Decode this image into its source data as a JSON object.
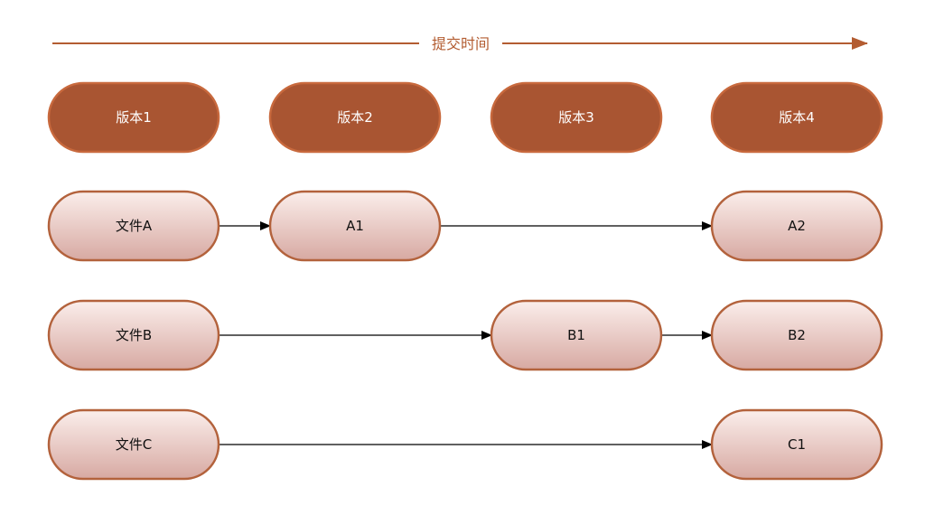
{
  "timeline": {
    "label": "提交时间",
    "color": "#b35c31"
  },
  "versions": [
    "版本1",
    "版本2",
    "版本3",
    "版本4"
  ],
  "colors": {
    "version_fill": "#a95532",
    "version_stroke": "#c8693d",
    "node_fill_top": "#fbeeeb",
    "node_fill_bottom": "#d7a9a2",
    "node_stroke": "#b3623c",
    "arrow": "#000000"
  },
  "files": [
    {
      "label": "文件A",
      "nodes": [
        {
          "column": 1,
          "label": "A1"
        },
        {
          "column": 3,
          "label": "A2"
        }
      ]
    },
    {
      "label": "文件B",
      "nodes": [
        {
          "column": 2,
          "label": "B1"
        },
        {
          "column": 3,
          "label": "B2"
        }
      ]
    },
    {
      "label": "文件C",
      "nodes": [
        {
          "column": 3,
          "label": "C1"
        }
      ]
    }
  ]
}
